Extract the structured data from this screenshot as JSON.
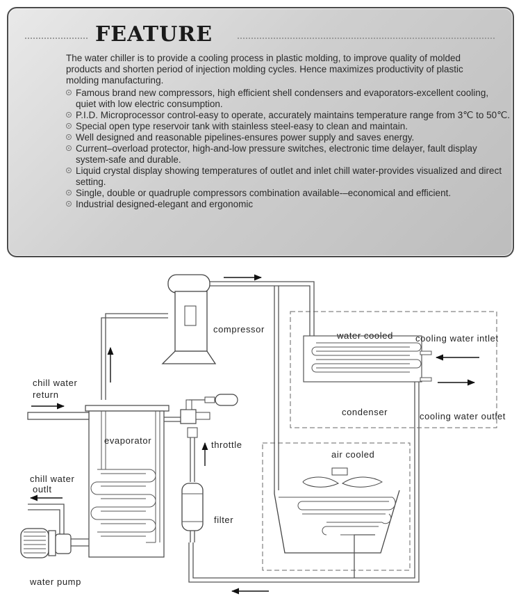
{
  "feature": {
    "title": "FEATURE",
    "intro": "The water chiller is to provide a cooling process in plastic molding, to improve quality of molded products and shorten period of injection molding cycles. Hence maximizes productivity of plastic molding manufacturing.",
    "items": [
      "Famous brand new compressors, high efficient shell condensers and evaporators-excellent cooling, quiet with low electric consumption.",
      "P.I.D. Microprocessor control-easy to operate, accurately maintains temperature range from 3℃ to 50℃.",
      "Special open type reservoir tank with stainless steel-easy to clean and maintain.",
      "Well designed and reasonable pipelines-ensures power supply and saves energy.",
      "Current–overload protector, high-and-low pressure switches, electronic time delayer, fault display system-safe and durable.",
      "Liquid crystal display showing temperatures of outlet and inlet chill water-provides visualized and direct setting.",
      "Single, double or quadruple compressors combination available-–economical and efficient.",
      "Industrial designed-elegant and ergonomic"
    ]
  },
  "diagram": {
    "compressor": "compressor",
    "water_cooled": "water cooled",
    "cooling_water_inlet": "cooling water intlet",
    "cooling_water_outlet": "cooling water outlet",
    "condenser": "condenser",
    "chill_water_return_1": "chill water",
    "chill_water_return_2": "return",
    "evaporator": "evaporator",
    "throttle": "throttle",
    "air_cooled": "air cooled",
    "chill_water_outlet_1": "chill water",
    "chill_water_outlet_2": "outlt",
    "filter": "filter",
    "water_pump": "water pump"
  }
}
